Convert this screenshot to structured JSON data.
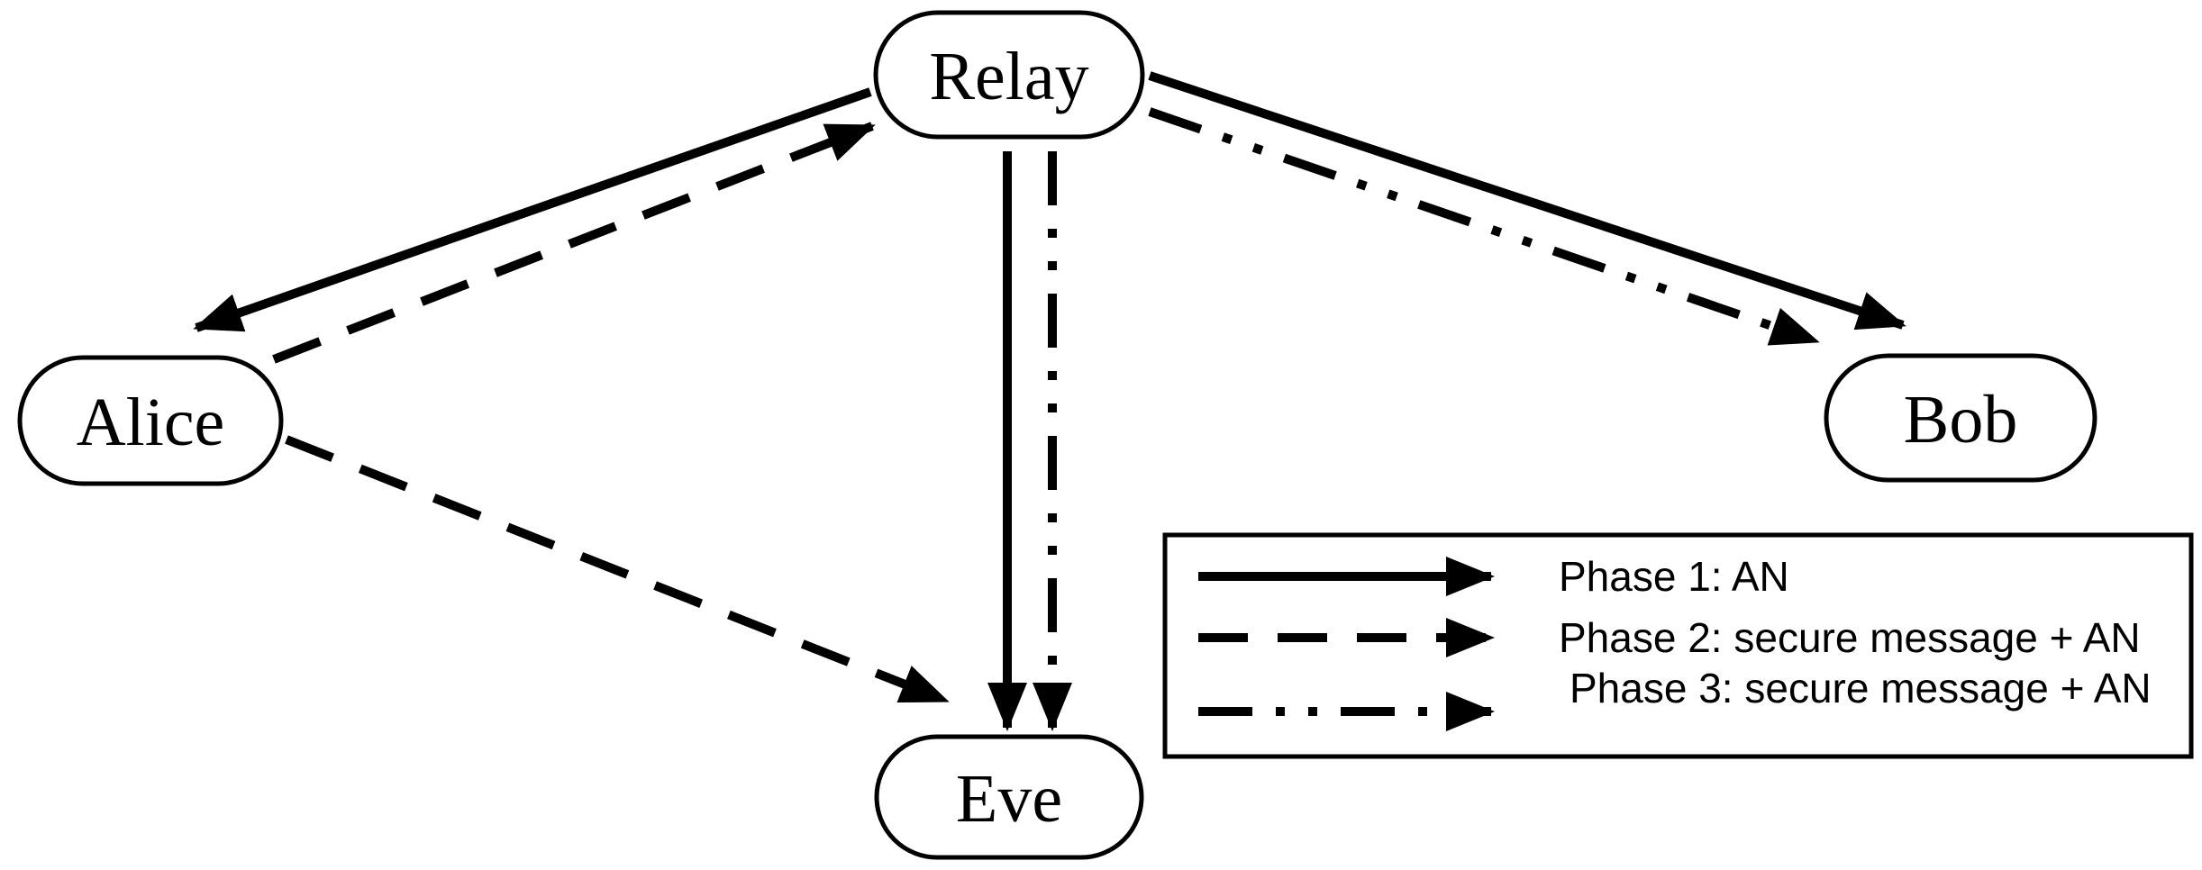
{
  "diagram": {
    "title": "relay-network-phase-diagram",
    "background_color": "#ffffff",
    "stroke_color": "#000000",
    "nodes": [
      {
        "id": "relay",
        "label": "Relay"
      },
      {
        "id": "alice",
        "label": "Alice"
      },
      {
        "id": "bob",
        "label": "Bob"
      },
      {
        "id": "eve",
        "label": "Eve"
      }
    ],
    "edges": [
      {
        "from": "relay",
        "to": "alice",
        "phase": "Phase 1",
        "style": "solid"
      },
      {
        "from": "alice",
        "to": "relay",
        "phase": "Phase 2",
        "style": "dashed"
      },
      {
        "from": "alice",
        "to": "eve",
        "phase": "Phase 2",
        "style": "dashed"
      },
      {
        "from": "relay",
        "to": "eve",
        "phase": "Phase 1",
        "style": "solid"
      },
      {
        "from": "relay",
        "to": "eve",
        "phase": "Phase 3",
        "style": "dash-dot-dot"
      },
      {
        "from": "relay",
        "to": "bob",
        "phase": "Phase 1",
        "style": "solid"
      },
      {
        "from": "relay",
        "to": "bob",
        "phase": "Phase 3",
        "style": "dash-dot-dot"
      }
    ],
    "legend": {
      "items": [
        {
          "style": "solid",
          "label": "Phase 1: AN"
        },
        {
          "style": "dashed",
          "label": "Phase 2: secure message + AN"
        },
        {
          "style": "dash-dot-dot",
          "label": "Phase 3: secure message + AN"
        }
      ]
    }
  }
}
